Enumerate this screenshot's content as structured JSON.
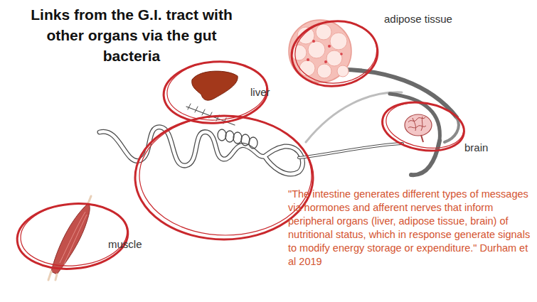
{
  "diagram": {
    "title": "Links from the G.I. tract with other organs via the gut bacteria",
    "nodes": [
      {
        "text": [
          "adipose tissue"
        ]
      },
      {
        "text": [
          "liver"
        ]
      },
      {
        "text": [
          "brain"
        ]
      },
      {
        "text": [
          "muscle"
        ]
      }
    ],
    "labels": [
      "\"The intestine generates different types of messages via hormones and afferent nerves that inform peripheral organs (liver, adipose tissue, brain) of nutritional status, which in response generate signals to modify energy storage or expenditure.\" Durham et al 2019"
    ]
  }
}
